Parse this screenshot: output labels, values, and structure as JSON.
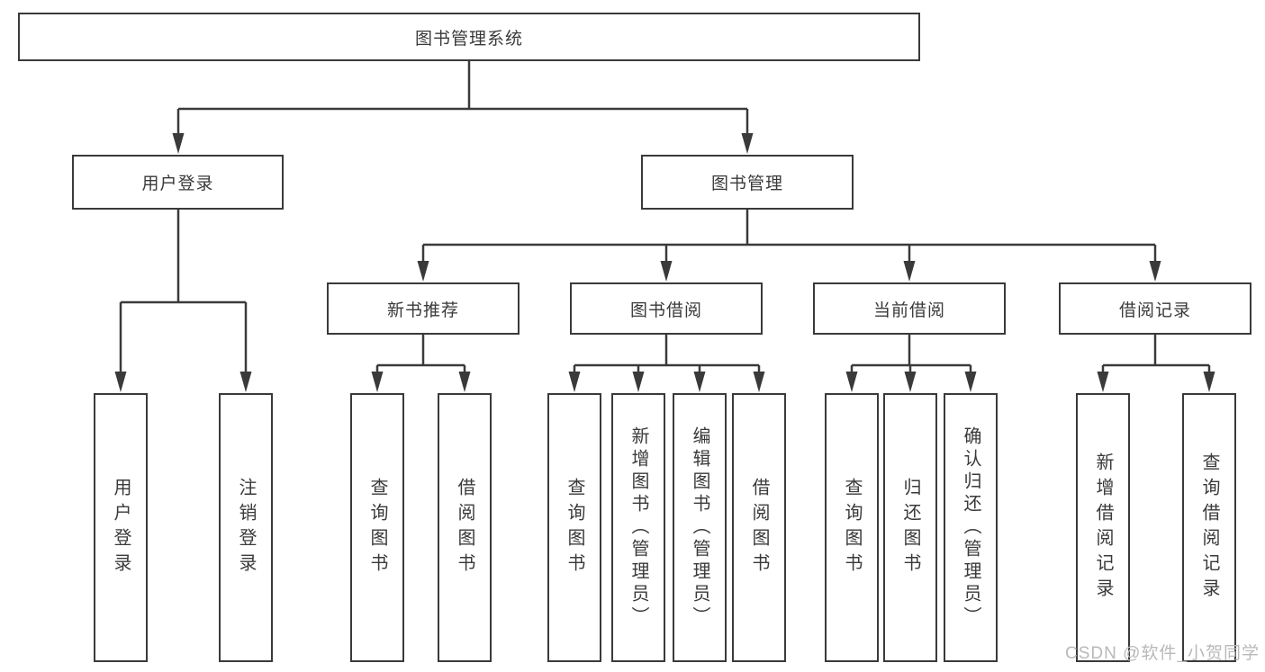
{
  "tree": {
    "label": "图书管理系统",
    "children": [
      {
        "label": "用户登录",
        "children": [
          {
            "label": "用户登录"
          },
          {
            "label": "注销登录"
          }
        ]
      },
      {
        "label": "图书管理",
        "children": [
          {
            "label": "新书推荐",
            "children": [
              {
                "label": "查询图书"
              },
              {
                "label": "借阅图书"
              }
            ]
          },
          {
            "label": "图书借阅",
            "children": [
              {
                "label": "查询图书"
              },
              {
                "label": "新增图书（管理员）"
              },
              {
                "label": "编辑图书（管理员）"
              },
              {
                "label": "借阅图书"
              }
            ]
          },
          {
            "label": "当前借阅",
            "children": [
              {
                "label": "查询图书"
              },
              {
                "label": "归还图书"
              },
              {
                "label": "确认归还（管理员）"
              }
            ]
          },
          {
            "label": "借阅记录",
            "children": [
              {
                "label": "新增借阅记录"
              },
              {
                "label": "查询借阅记录"
              }
            ]
          }
        ]
      }
    ]
  },
  "watermark": "CSDN @软件_小贺同学",
  "colors": {
    "line": "#3a3a3a",
    "text": "#3a3a3a",
    "box_background": "#ffffff",
    "watermark": "#b9b9b9"
  }
}
